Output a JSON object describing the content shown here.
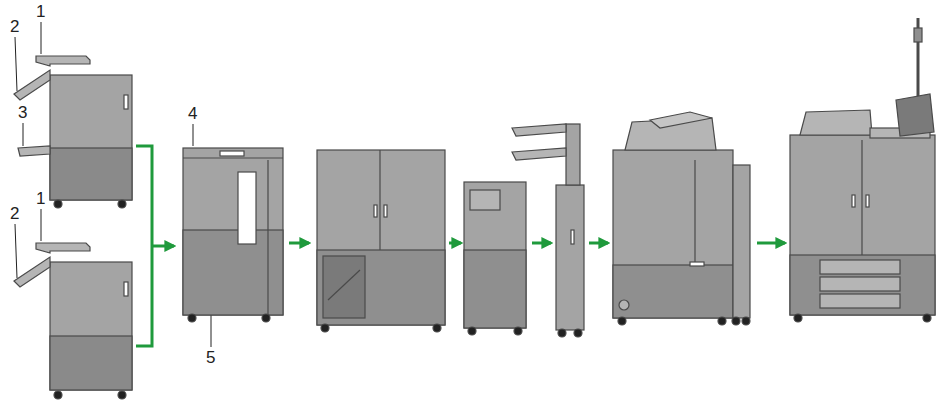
{
  "diagram": {
    "labels": [
      "1",
      "2",
      "3",
      "1",
      "2",
      "4",
      "5"
    ]
  }
}
